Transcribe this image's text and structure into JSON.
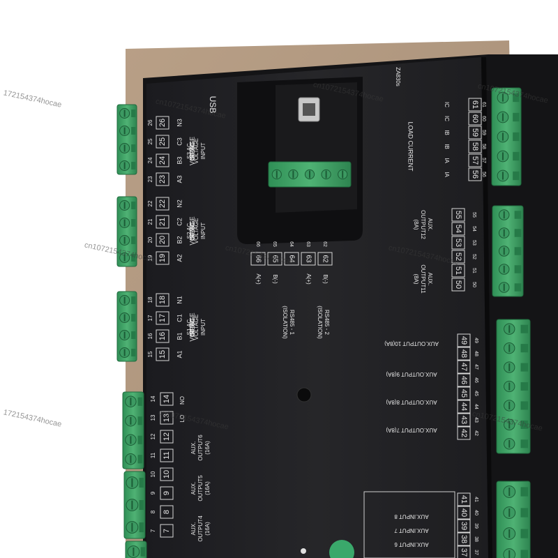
{
  "model": "ZA830s",
  "usb": "USB",
  "groups": {
    "s3": [
      "S3 AC",
      "VOLTAGE",
      "INPUT"
    ],
    "s2": [
      "S2 AC",
      "VOLTAGE",
      "INPUT"
    ],
    "s1": [
      "S1 AC",
      "VOLTAGE",
      "INPUT"
    ],
    "load": "LOAD CURRENT",
    "aux12": [
      "AUX.",
      "OUTPUT12",
      "(8A)"
    ],
    "aux11": [
      "AUX.",
      "OUTPUT11",
      "(8A)"
    ],
    "rs485_1": [
      "RS485 - 1",
      "(ISOLATION)"
    ],
    "rs485_2": [
      "RS485 - 2",
      "(ISOLATION)"
    ],
    "aux10": "AUX.OUTPUT 10(8A)",
    "aux9": "AUX.OUTPUT 9(8A)",
    "aux8": "AUX.OUTPUT 8(8A)",
    "aux7": "AUX.OUTPUT 7(8A)",
    "aux6": [
      "AUX.",
      "OUTPUT6",
      "(16A)"
    ],
    "aux5": [
      "AUX.",
      "OUTPUT5",
      "(16A)"
    ],
    "aux4": [
      "AUX.",
      "OUTPUT4",
      "(16A)"
    ],
    "in8": "AUX.INPUT 8",
    "in7": "AUX.INPUT 7",
    "in6": "AUX.INPUT 6"
  },
  "terminals": {
    "s3": [
      "23",
      "24",
      "25",
      "26"
    ],
    "s3_sig": [
      "A3",
      "B3",
      "C3",
      "N3"
    ],
    "s2": [
      "19",
      "20",
      "21",
      "22"
    ],
    "s2_sig": [
      "A2",
      "B2",
      "C2",
      "N2"
    ],
    "s1": [
      "15",
      "16",
      "17",
      "18"
    ],
    "s1_sig": [
      "A1",
      "B1",
      "C1",
      "N1"
    ],
    "left_bottom": [
      "14",
      "13",
      "12",
      "11",
      "10",
      "9",
      "8",
      "7"
    ],
    "left_bottom_sig": [
      "NO",
      "LO"
    ],
    "load_top": [
      "61",
      "60",
      "59",
      "58",
      "57",
      "56"
    ],
    "load_bottom": [
      "IC",
      "IC",
      "IB",
      "IB",
      "IA",
      "IA"
    ],
    "aux_right": [
      "55",
      "54",
      "53",
      "52",
      "51",
      "50"
    ],
    "rs485": [
      "66",
      "65",
      "64",
      "63",
      "62"
    ],
    "rs485_sig": [
      "A(+)",
      "B(-)",
      "",
      "A(+)",
      "B(-)"
    ],
    "right_mid": [
      "49",
      "48",
      "47",
      "46",
      "45",
      "44",
      "43",
      "42"
    ],
    "right_low": [
      "41",
      "40",
      "39",
      "38",
      "37"
    ]
  },
  "watermark": "cn1072154374hocae",
  "watermark_partial": "172154374hocae"
}
